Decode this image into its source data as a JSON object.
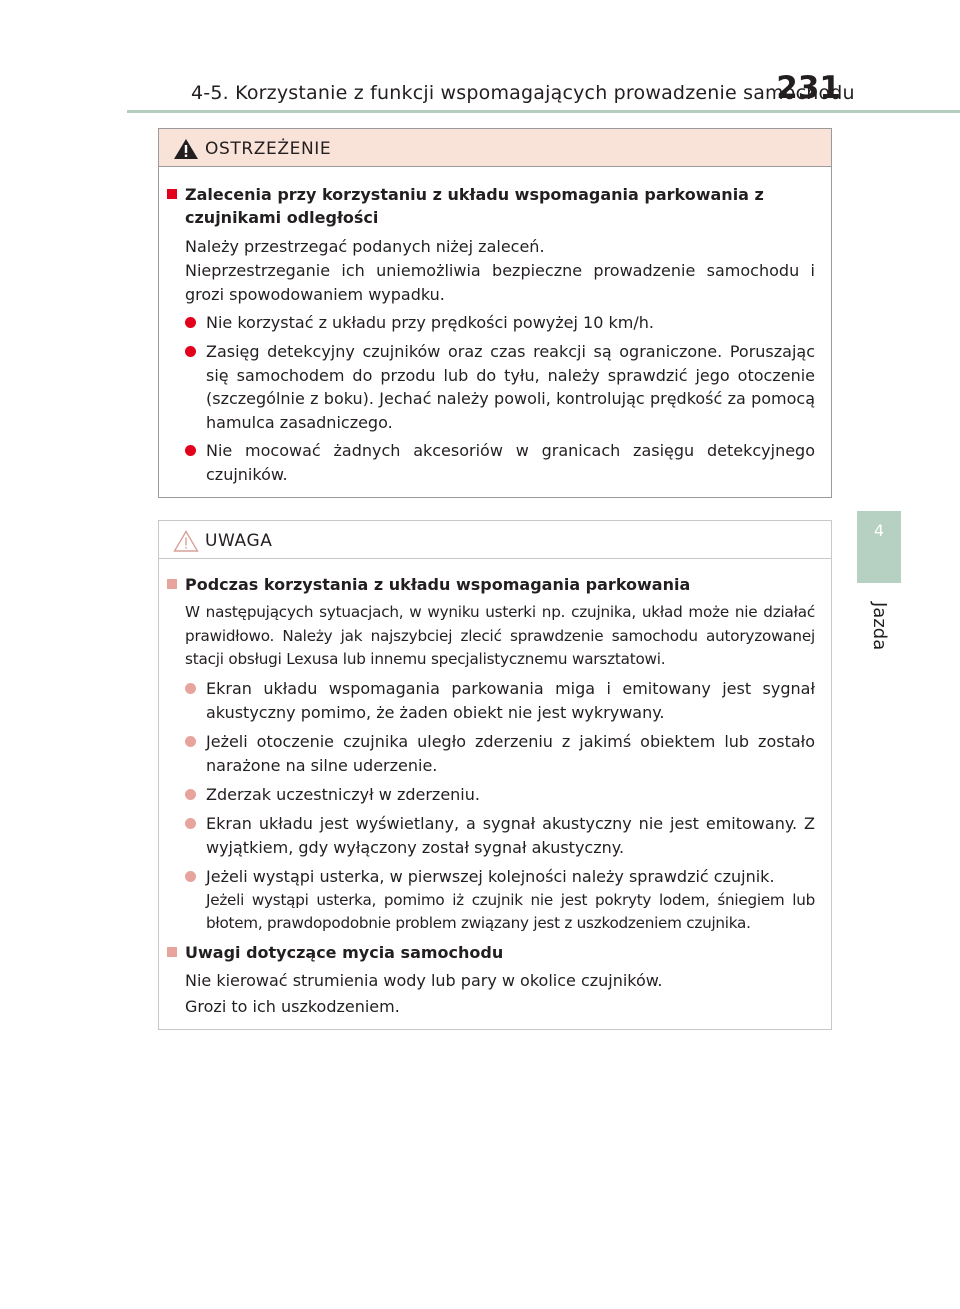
{
  "header": {
    "title": "4-5. Korzystanie z funkcji wspomagających prowadzenie samochodu",
    "page_number": "231"
  },
  "side_tab": {
    "chapter_number": "4",
    "chapter_label": "Jazda"
  },
  "colors": {
    "accent_red": "#e2001a",
    "accent_pink": "#e6a49d",
    "tab_green": "#b6d1c2",
    "warning_header_bg": "#f9e2d8"
  },
  "warning": {
    "title": "OSTRZEŻENIE",
    "icon": "warning-triangle-filled-icon",
    "section_title": "Zalecenia przy korzystaniu z układu wspomagania parkowania z czujnikami odległości",
    "intro_line1": "Należy przestrzegać podanych niżej zaleceń.",
    "intro_line2": "Nieprzestrzeganie ich uniemożliwia bezpieczne prowadzenie samochodu i grozi spowodowaniem wypadku.",
    "bullets": [
      "Nie korzystać z układu przy prędkości powyżej 10 km/h.",
      "Zasięg detekcyjny czujników oraz czas reakcji są ograniczone. Poruszając się samochodem do przodu lub do tyłu, należy sprawdzić jego otoczenie (szczególnie z boku). Jechać należy powoli, kontrolując prędkość za pomocą hamulca zasadniczego.",
      "Nie mocować żadnych akcesoriów w granicach zasięgu detekcyjnego czujników."
    ]
  },
  "note": {
    "title": "UWAGA",
    "icon": "warning-triangle-outline-icon",
    "section1_title": "Podczas korzystania z układu wspomagania parkowania",
    "section1_intro": "W następujących sytuacjach, w wyniku usterki np. czujnika, układ może nie działać prawidłowo. Należy jak najszybciej zlecić sprawdzenie samochodu autoryzowanej stacji obsługi Lexusa lub innemu specjalistycznemu warsztatowi.",
    "bullets": [
      "Ekran układu wspomagania parkowania miga i emitowany jest sygnał akustyczny pomimo, że żaden obiekt nie jest wykrywany.",
      "Jeżeli otoczenie czujnika uległo zderzeniu z jakimś obiektem lub zostało narażone na silne uderzenie.",
      "Zderzak uczestniczył w zderzeniu.",
      "Ekran układu jest wyświetlany, a sygnał akustyczny nie jest emitowany. Z wyjątkiem, gdy wyłączony został sygnał akustyczny."
    ],
    "bullet5_line1": "Jeżeli wystąpi usterka, w pierwszej kolejności należy sprawdzić czujnik.",
    "bullet5_line2": "Jeżeli wystąpi usterka, pomimo iż czujnik nie jest pokryty lodem, śniegiem lub błotem, prawdopodobnie problem związany jest z uszkodzeniem czujnika.",
    "section2_title": "Uwagi dotyczące mycia samochodu",
    "section2_line1": "Nie kierować strumienia wody lub pary w okolice czujników.",
    "section2_line2": "Grozi to ich uszkodzeniem."
  }
}
